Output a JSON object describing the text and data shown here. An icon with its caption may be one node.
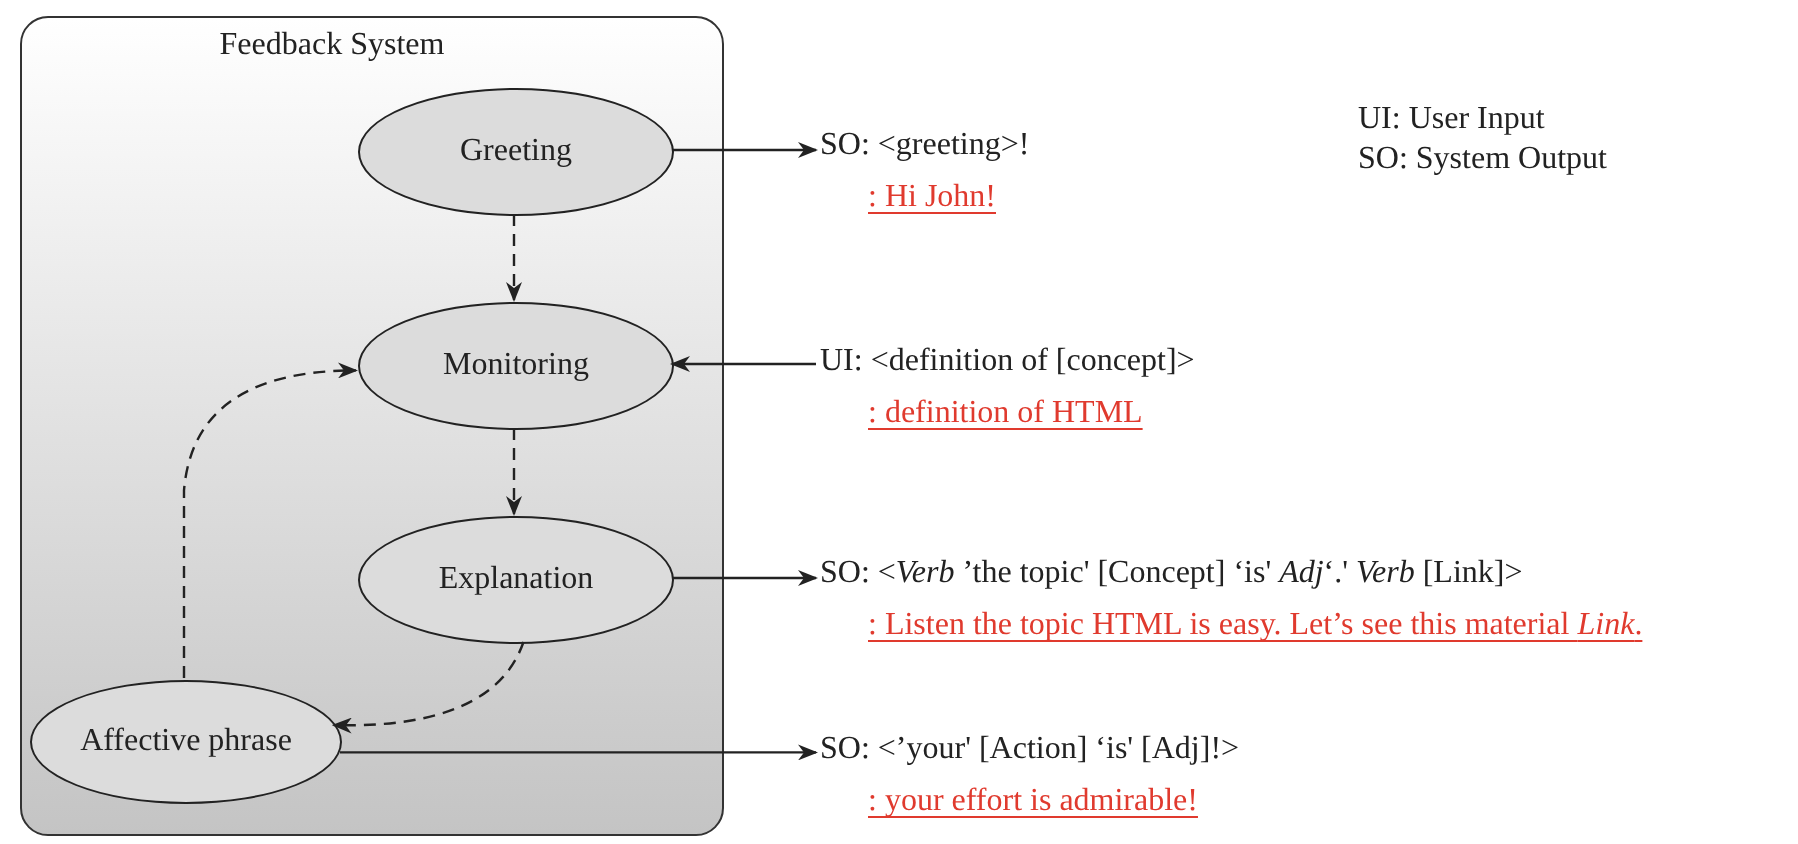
{
  "diagram": {
    "nodes": [
      {
        "text": [
          "Feedback System"
        ]
      },
      {
        "text": [
          "Greeting"
        ],
        "in": 0
      },
      {
        "text": [
          "Monitoring"
        ],
        "in": 0
      },
      {
        "text": [
          "Explanation"
        ],
        "in": 0
      },
      {
        "text": [
          "Affective phrase"
        ],
        "in": 0
      },
      {
        "text": [
          "SO: <greeting>!",
          ": Hi John!"
        ]
      },
      {
        "text": [
          "UI: <definition of [concept]>",
          ": definition of HTML"
        ]
      },
      {
        "text": [
          "SO: <*Verb* ’the topic' [Concept] ‘is' *Adj*‘.' *Verb* [Link]>",
          ": Listen the topic HTML is easy. Let’s see this material *Link*."
        ]
      },
      {
        "text": [
          "SO: <’your' [Action] ‘is' [Adj]!>",
          ": your effort is admirable!"
        ]
      }
    ],
    "edges": [
      {
        "from": 1,
        "to": 5,
        "arrow": "to"
      },
      {
        "from": 6,
        "to": 2,
        "arrow": "to"
      },
      {
        "from": 3,
        "to": 7,
        "arrow": "to"
      },
      {
        "from": 4,
        "to": 8,
        "arrow": "to"
      },
      {
        "from": 1,
        "to": 2,
        "arrow": "to",
        "style": "dashed"
      },
      {
        "from": 2,
        "to": 3,
        "arrow": "to",
        "style": "dashed"
      },
      {
        "from": 3,
        "to": 4,
        "arrow": "to",
        "style": "dashed"
      },
      {
        "from": 4,
        "to": 2,
        "arrow": "to",
        "style": "dashed"
      }
    ],
    "labels": [
      "UI: User Input",
      "SO: System Output"
    ]
  }
}
